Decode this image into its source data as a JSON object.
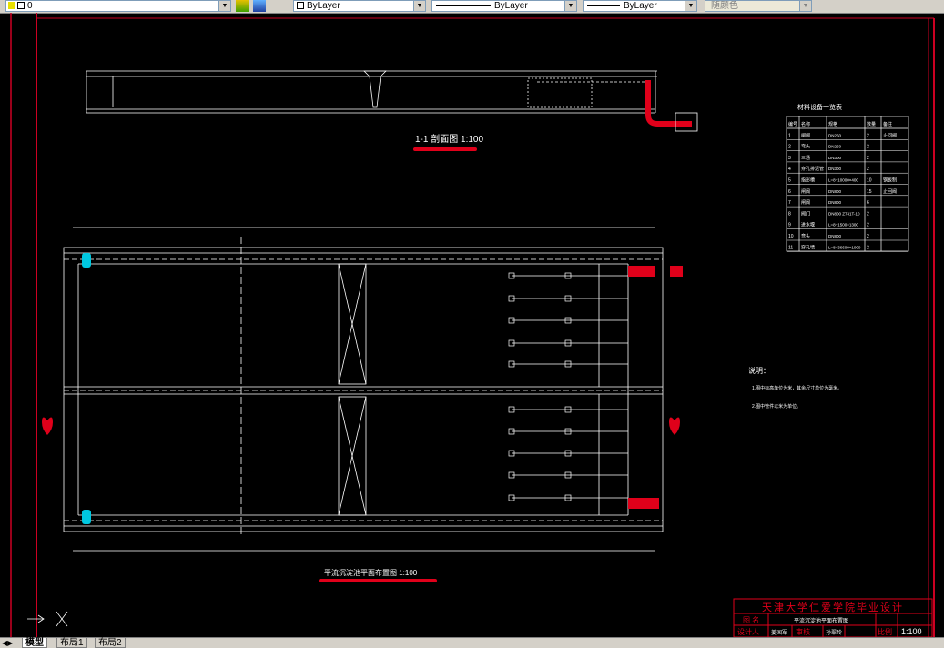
{
  "toolbar": {
    "layer_value": "0",
    "color_value": "ByLayer",
    "linetype_value": "ByLayer",
    "lineweight_value": "ByLayer",
    "plot_style_value": "随颜色"
  },
  "section": {
    "title": "1-1 剖面图 1:100"
  },
  "plan": {
    "title": "平流沉淀池平面布置图 1:100"
  },
  "material_table": {
    "title": "材料设备一览表",
    "headers": [
      "编号",
      "名称",
      "规格",
      "数量",
      "备注"
    ],
    "rows": [
      [
        "1",
        "闸阀",
        "DN250",
        "2",
        "止回阀"
      ],
      [
        "2",
        "弯头",
        "DN250",
        "2",
        ""
      ],
      [
        "3",
        "三通",
        "DN300",
        "2",
        ""
      ],
      [
        "4",
        "穿孔排泥管",
        "DN300",
        "2",
        ""
      ],
      [
        "5",
        "指形槽",
        "L=8~10000×400",
        "10",
        "钢板制"
      ],
      [
        "6",
        "闸阀",
        "DN800",
        "15",
        "止回阀"
      ],
      [
        "7",
        "闸阀",
        "DN800",
        "6",
        ""
      ],
      [
        "8",
        "阀门",
        "DN800 Z741T-10",
        "2",
        ""
      ],
      [
        "9",
        "进水堰",
        "L=8~1500×1300",
        "2",
        ""
      ],
      [
        "10",
        "弯头",
        "DN800",
        "2",
        ""
      ],
      [
        "11",
        "穿孔墙",
        "L=8~36600×1000",
        "2",
        ""
      ]
    ]
  },
  "notes": {
    "title": "说明：",
    "items": [
      "1.图中标高单位为米，其余尺寸单位为毫米。",
      "2.图中管件以米为单位。"
    ]
  },
  "title_block": {
    "school": "天津大学仁爱学院毕业设计",
    "row1_label": "图  名",
    "row1_value": "平流沉淀池平面布置图",
    "row2_label": "设计人",
    "row2_a": "姜国军",
    "row2_b": "审核",
    "row2_c": "孙翠玲",
    "row2_d": "比例",
    "row2_e": "1:100"
  },
  "tabs": [
    "模型",
    "布局1",
    "布局2"
  ],
  "colors": {
    "frame_red": "#cc0022",
    "highlight_red": "#e0001a",
    "drawing_white": "#ffffff",
    "cyan": "#00c8e0"
  }
}
